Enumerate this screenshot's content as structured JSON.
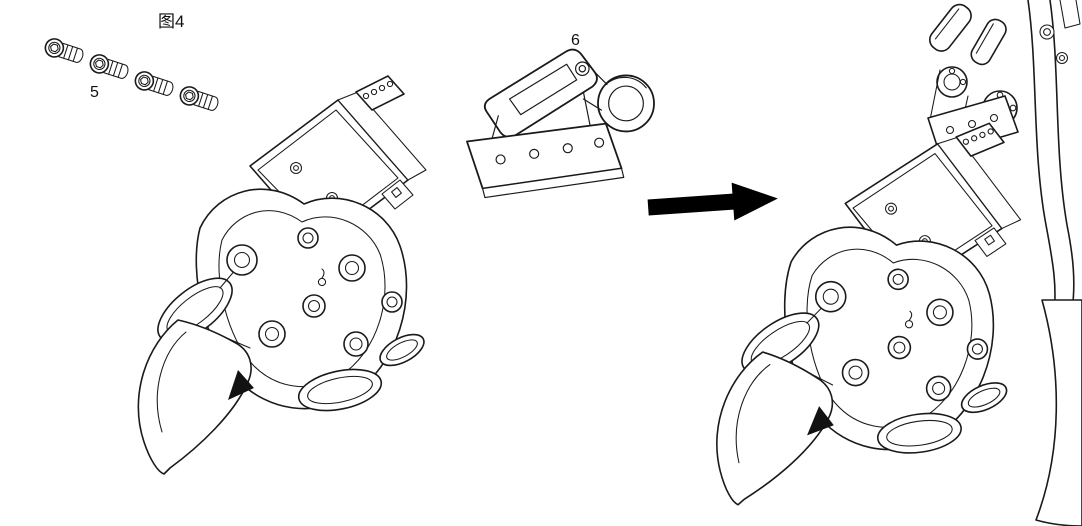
{
  "figure": {
    "title": "图4"
  },
  "parts": {
    "screws": {
      "label": "5",
      "count": 4
    },
    "bracket": {
      "label": "6"
    }
  },
  "colors": {
    "background": "#ffffff",
    "line": "#1a1a1a",
    "arrow": "#000000"
  }
}
